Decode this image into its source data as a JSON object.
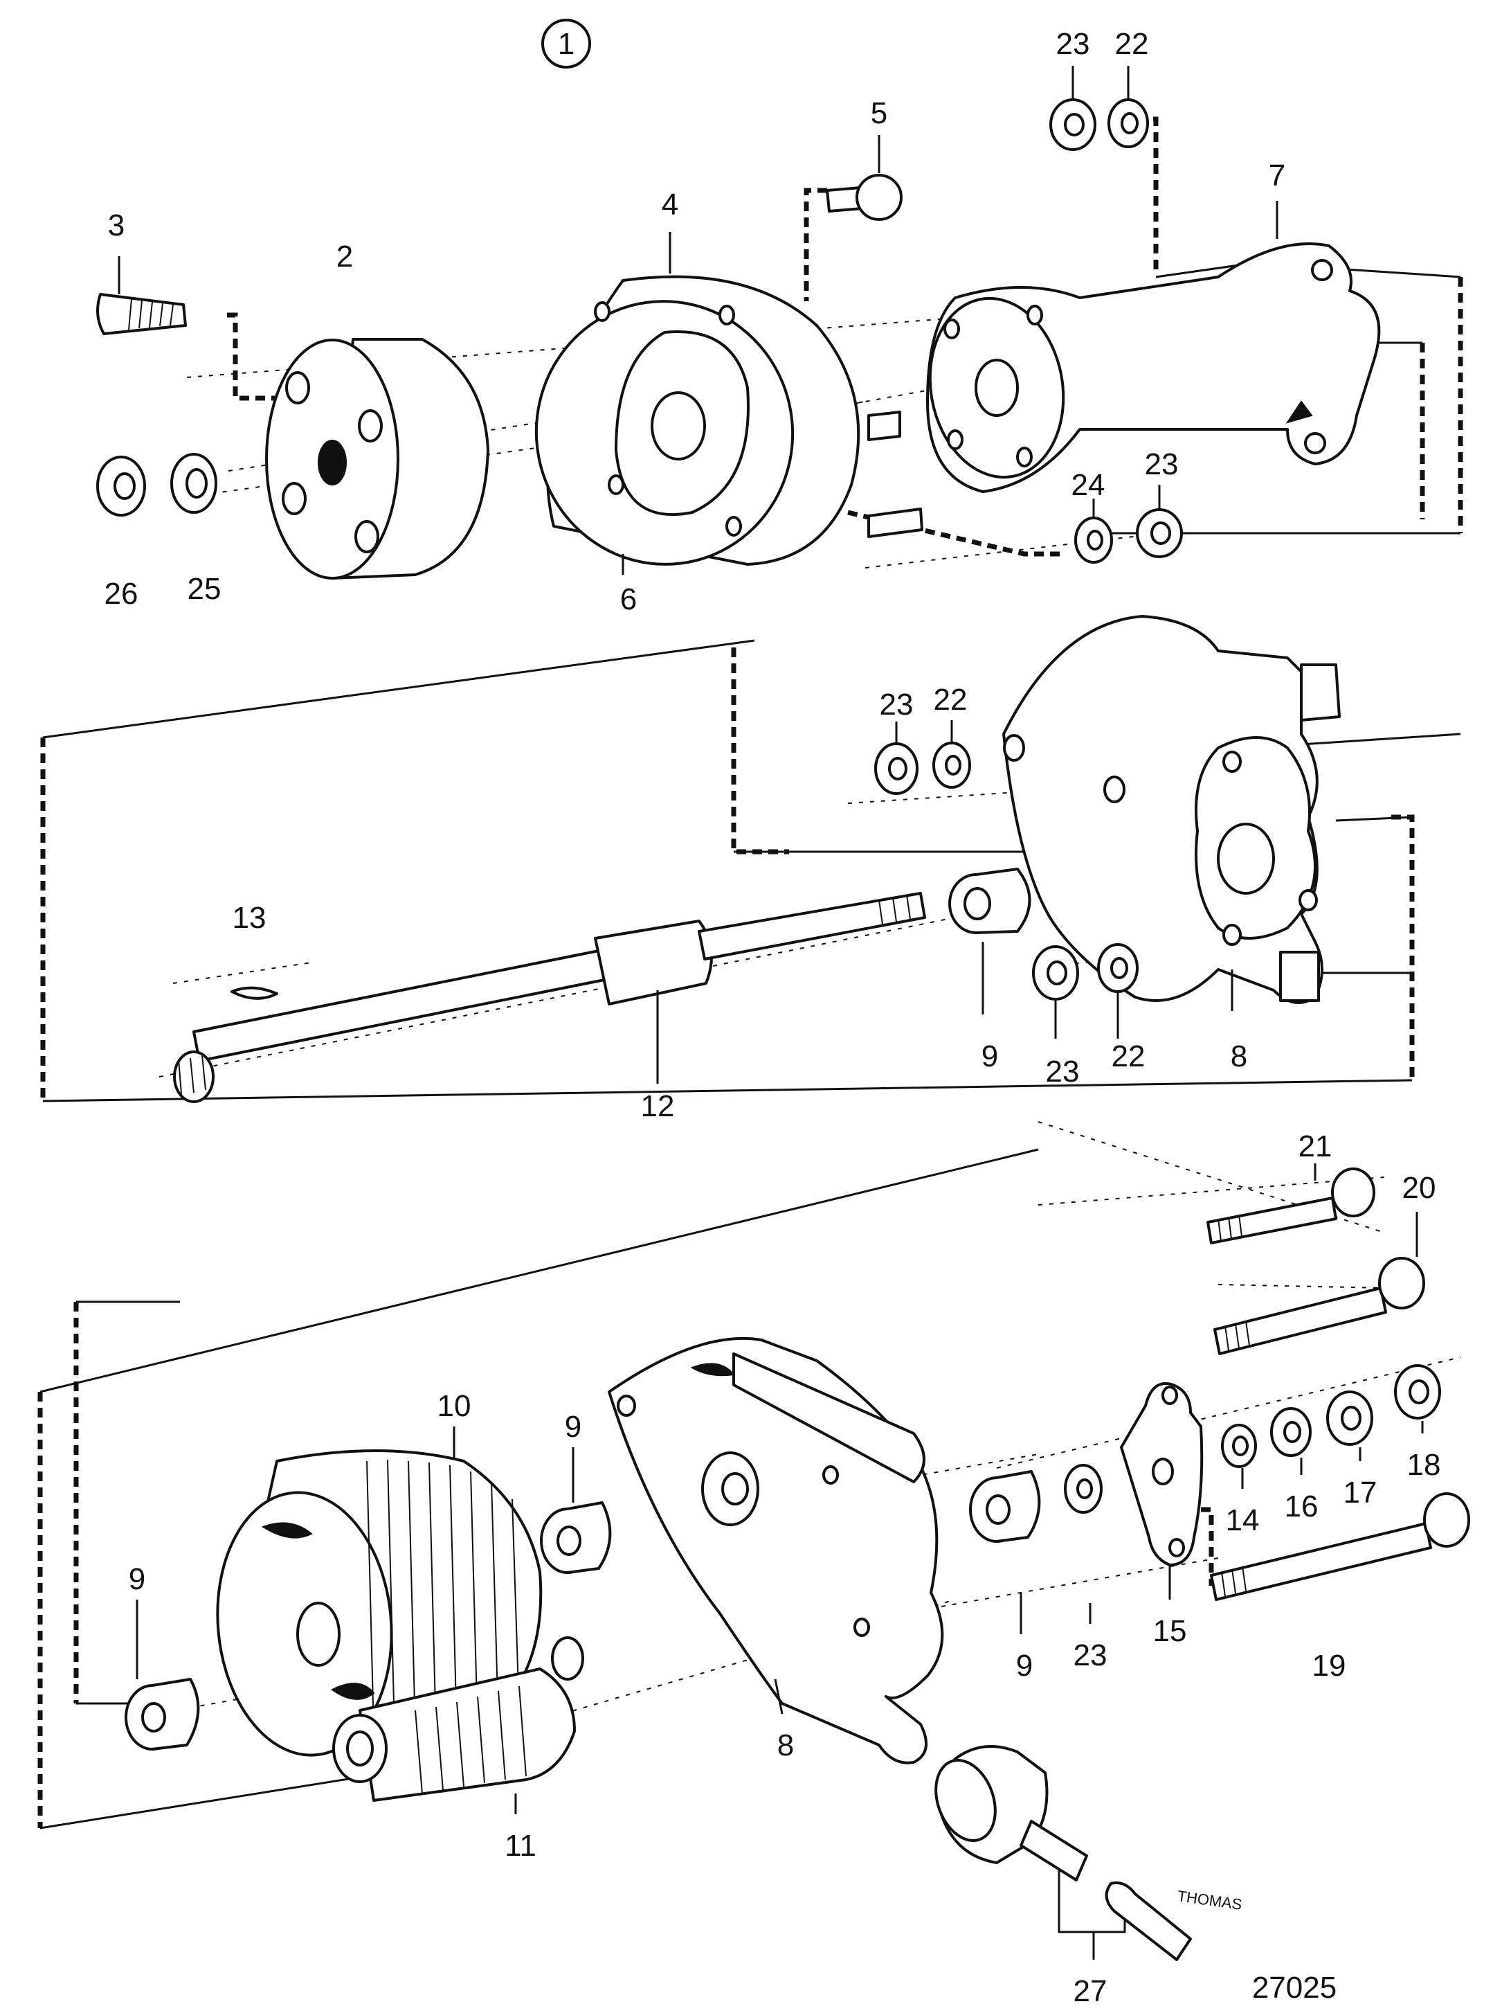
{
  "diagram": {
    "group_number": "1",
    "drawing_number": "27025",
    "stamp_text": "THOMAS",
    "parts": [
      {
        "id": "p1",
        "label": "2"
      },
      {
        "id": "p2",
        "label": "3"
      },
      {
        "id": "p3",
        "label": "4"
      },
      {
        "id": "p4",
        "label": "5"
      },
      {
        "id": "p5",
        "label": "6"
      },
      {
        "id": "p6",
        "label": "7"
      },
      {
        "id": "p7",
        "label": "23"
      },
      {
        "id": "p8",
        "label": "22"
      },
      {
        "id": "p9",
        "label": "24"
      },
      {
        "id": "p10",
        "label": "23"
      },
      {
        "id": "p11",
        "label": "26"
      },
      {
        "id": "p12",
        "label": "25"
      },
      {
        "id": "p13",
        "label": "23"
      },
      {
        "id": "p14",
        "label": "22"
      },
      {
        "id": "p15",
        "label": "13"
      },
      {
        "id": "p16",
        "label": "12"
      },
      {
        "id": "p17",
        "label": "9"
      },
      {
        "id": "p18",
        "label": "23"
      },
      {
        "id": "p19",
        "label": "22"
      },
      {
        "id": "p20",
        "label": "8"
      },
      {
        "id": "p21",
        "label": "21"
      },
      {
        "id": "p22",
        "label": "20"
      },
      {
        "id": "p23",
        "label": "10"
      },
      {
        "id": "p24",
        "label": "9"
      },
      {
        "id": "p25",
        "label": "9"
      },
      {
        "id": "p26",
        "label": "11"
      },
      {
        "id": "p27",
        "label": "8"
      },
      {
        "id": "p28",
        "label": "9"
      },
      {
        "id": "p29",
        "label": "23"
      },
      {
        "id": "p30",
        "label": "15"
      },
      {
        "id": "p31",
        "label": "14"
      },
      {
        "id": "p32",
        "label": "16"
      },
      {
        "id": "p33",
        "label": "17"
      },
      {
        "id": "p34",
        "label": "18"
      },
      {
        "id": "p35",
        "label": "19"
      },
      {
        "id": "p36",
        "label": "27"
      }
    ]
  }
}
